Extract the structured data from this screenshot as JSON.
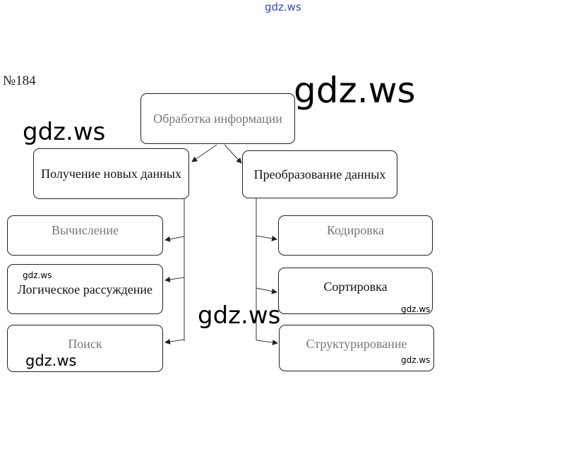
{
  "problem_number": "№184",
  "diagram": {
    "root": "Обработка информации",
    "left_branch": {
      "label": "Получение новых данных",
      "children": [
        "Вычисление",
        "Логическое рассуждение",
        "Поиск"
      ]
    },
    "right_branch": {
      "label": "Преобразование данных",
      "children": [
        "Кодировка",
        "Сортировка",
        "Структурирование"
      ]
    }
  },
  "watermarks": {
    "header": "gdz.ws",
    "large": "gdz.ws",
    "medium_left": "gdz.ws",
    "medium_center": "gdz.ws",
    "small_logic": "gdz.ws",
    "small_sort": "gdz.ws",
    "small_struct": "gdz.ws",
    "small_search": "gdz.ws"
  }
}
